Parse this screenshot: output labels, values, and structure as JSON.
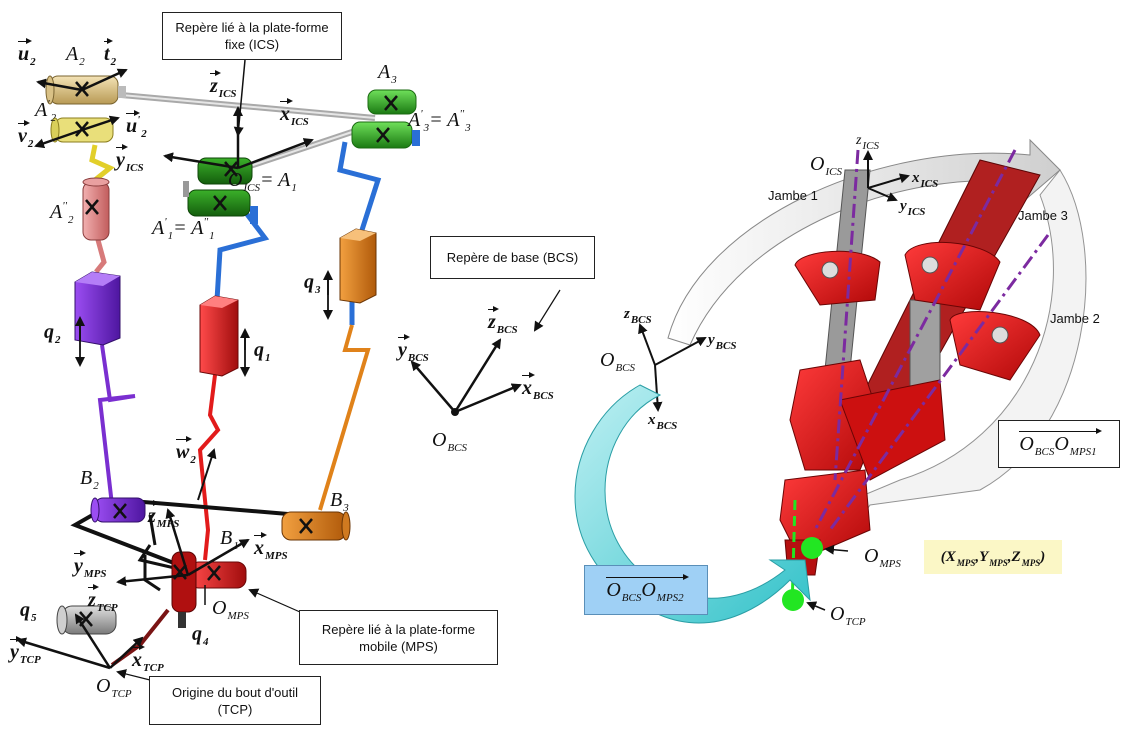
{
  "callouts": {
    "fixed_platform": [
      "Repère lié à la plate-forme",
      "fixe (ICS)"
    ],
    "base_frame": "Repère de base (BCS)",
    "mobile_platform": [
      "Repère lié à la plate-forme",
      "mobile (MPS)"
    ],
    "tool_origin": [
      "Origine du bout d'outil",
      "(TCP)"
    ]
  },
  "legs": [
    "Jambe 1",
    "Jambe 2",
    "Jambe 3"
  ],
  "left_labels": {
    "u2": {
      "main": "u",
      "sub": "2"
    },
    "t2": {
      "main": "t",
      "sub": "2"
    },
    "A2": {
      "main": "A",
      "sub": "2"
    },
    "A2p": {
      "main": "A",
      "sub": "2",
      "sup": "'"
    },
    "v2": {
      "main": "v",
      "sub": "2"
    },
    "u2p": {
      "main": "u",
      "sub": "2",
      "sup": "'"
    },
    "A2pp": {
      "main": "A",
      "sub": "2",
      "sup": "''"
    },
    "zICS": {
      "main": "z",
      "sub": "ICS"
    },
    "xICS": {
      "main": "x",
      "sub": "ICS"
    },
    "yICS": {
      "main": "y",
      "sub": "ICS"
    },
    "OICS_eq": "O",
    "OICS_sub": "ICS",
    "OICS_rhs": "= A",
    "OICS_rhs_sub": "1",
    "A1p_eq": "A",
    "A1p_sup": "'",
    "A1p_sub": "1",
    "A1p_rhs": "= A",
    "A1p_rhs_sup": "''",
    "A1p_rhs_sub": "1",
    "A3": {
      "main": "A",
      "sub": "3"
    },
    "A3p_eq": "A",
    "A3p_sup": "'",
    "A3p_sub": "3",
    "A3p_rhs": "= A",
    "A3p_rhs_sup": "''",
    "A3p_rhs_sub": "3",
    "q1": {
      "main": "q",
      "sub": "1"
    },
    "q2": {
      "main": "q",
      "sub": "2"
    },
    "q3": {
      "main": "q",
      "sub": "3"
    },
    "q4": {
      "main": "q",
      "sub": "4"
    },
    "q5": {
      "main": "q",
      "sub": "5"
    },
    "w2": {
      "main": "w",
      "sub": "2"
    },
    "B1": {
      "main": "B",
      "sub": "1"
    },
    "B2": {
      "main": "B",
      "sub": "2"
    },
    "B3": {
      "main": "B",
      "sub": "3"
    },
    "zMPS": {
      "main": "z",
      "sub": "MPS"
    },
    "xMPS": {
      "main": "x",
      "sub": "MPS"
    },
    "yMPS": {
      "main": "y",
      "sub": "MPS"
    },
    "OMPS": {
      "main": "O",
      "sub": "MPS"
    },
    "zTCP": {
      "main": "z",
      "sub": "TCP"
    },
    "xTCP": {
      "main": "x",
      "sub": "TCP"
    },
    "yTCP": {
      "main": "y",
      "sub": "TCP"
    },
    "OTCP": {
      "main": "O",
      "sub": "TCP"
    }
  },
  "mid_labels": {
    "zBCS": {
      "main": "z",
      "sub": "BCS"
    },
    "yBCS": {
      "main": "y",
      "sub": "BCS"
    },
    "xBCS": {
      "main": "x",
      "sub": "BCS"
    },
    "OBCS": {
      "main": "O",
      "sub": "BCS"
    }
  },
  "right_labels": {
    "zICS": {
      "main": "z",
      "sub": "ICS"
    },
    "OICS": {
      "main": "O",
      "sub": "ICS"
    },
    "xICS": {
      "main": "x",
      "sub": "ICS"
    },
    "yICS": {
      "main": "y",
      "sub": "ICS"
    },
    "zBCS": {
      "main": "z",
      "sub": "BCS"
    },
    "yBCS": {
      "main": "y",
      "sub": "BCS"
    },
    "OBCS": {
      "main": "O",
      "sub": "BCS"
    },
    "xBCS": {
      "main": "x",
      "sub": "BCS"
    },
    "OMPS": {
      "main": "O",
      "sub": "MPS"
    },
    "OTCP": {
      "main": "O",
      "sub": "TCP"
    }
  },
  "vector_boxes": {
    "mps1": {
      "a": "O",
      "a_sub": "BCS",
      "b": "O",
      "b_sub": "MPS1"
    },
    "mps2": {
      "a": "O",
      "a_sub": "BCS",
      "b": "O",
      "b_sub": "MPS2"
    }
  },
  "coords": {
    "open": "(",
    "X": "X",
    "X_sub": "MPS",
    "Y": "Y",
    "Y_sub": "MPS",
    "Z": "Z",
    "Z_sub": "MPS",
    "close": ")"
  },
  "colors": {
    "leg1": "#e21b1b",
    "leg2": "#7a2fd0",
    "leg3": "#e0821a",
    "blue_link": "#2a6fd6",
    "joint_tan": "#e8d29a",
    "joint_green": "#2ea81f",
    "joint_pink": "#e08a8a",
    "joint_gray": "#b5b5b5",
    "robot_red": "#e51515",
    "cyan_arrow": "#33c2c9",
    "lightblue_box": "#9fd0f5",
    "yellow_box": "#fbf7c6",
    "green_dot": "#22e622",
    "dashed_purple": "#7c2aa0"
  }
}
